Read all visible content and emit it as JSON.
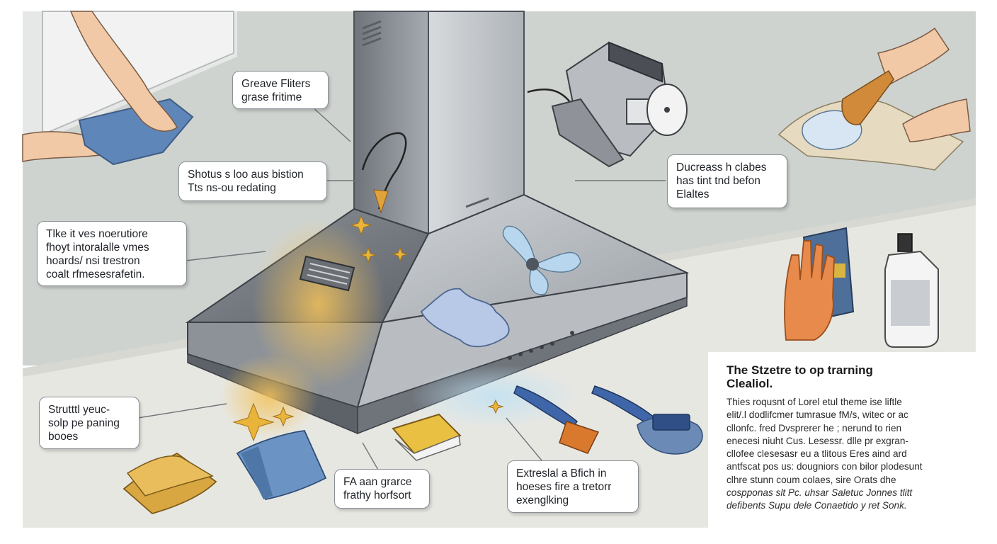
{
  "callouts": {
    "grease_filters": {
      "line1": "Greave Fliters",
      "line2": "grase fritime"
    },
    "shotus": {
      "line1": "Shotus s loo aus bistion",
      "line2": "Tts ns-ou redating"
    },
    "tlike": {
      "line1": "Tlke it ves noerutiore",
      "line2": "fhoyt intoralalle vmes",
      "line3": "hoards/ nsi trestron",
      "line4": "coalt rfmesesrafetin."
    },
    "structural": {
      "line1": "Strutttl yeuc-",
      "line2": "solp pe paning",
      "line3": "booes"
    },
    "ducreass": {
      "line1": "Ducreass h clabes",
      "line2": "has tint tnd befon",
      "line3": "Elaltes"
    },
    "fa_grarce": {
      "line1": "FA aan grarce",
      "line2": "frathy horfsort"
    },
    "extresial": {
      "line1": "Extreslal a Bfich in",
      "line2": "hoeses fire a tretorr",
      "line3": "exenglking"
    }
  },
  "info": {
    "title_line1": "The Stzetre to op trarning",
    "title_line2": "Clealiol.",
    "body": [
      "Thies roqusnt of Lorel etul theme ise liftle",
      "elit/.l dodlifcmer tumrasue fM/s, witec or ac",
      "cllonfc. fred Dvsprerer he ; nerund to rien",
      "enecesi niuht Cus. Lesessr. dlle pr exgran-",
      "cllofee clesesasr eu a tlitous Eres aind ard",
      "antfscat pos us: dougniors con bilor plodesunt",
      "clhre stunn coum colaes, sire Orats dhe",
      "cospponas slt Pc. uhsar Saletuc Jonnes tlitt",
      "defibents Supu dele Conaetido y ret Sonk."
    ]
  },
  "colors": {
    "wall": "#cfd3cf",
    "counter": "#e7e7e2",
    "steel_light": "#c9ccd0",
    "steel_dark": "#7c8188",
    "sparkle": "#e9b43a",
    "cloth_blue": "#5f86b8",
    "cloth_yellow": "#d9a741",
    "glove_orange": "#e88a4b",
    "brush_blue": "#3f66a8",
    "bristle_orange": "#d9792e"
  },
  "icons": [
    "range-hood-icon",
    "cleaning-cloth-icon",
    "sponge-brush-icon",
    "scrub-brush-icon",
    "rubber-glove-icon",
    "cleaner-bottle-icon",
    "detergent-bag-icon",
    "fan-motor-icon",
    "fan-blade-icon",
    "grease-filter-icon",
    "sparkle-icon"
  ]
}
